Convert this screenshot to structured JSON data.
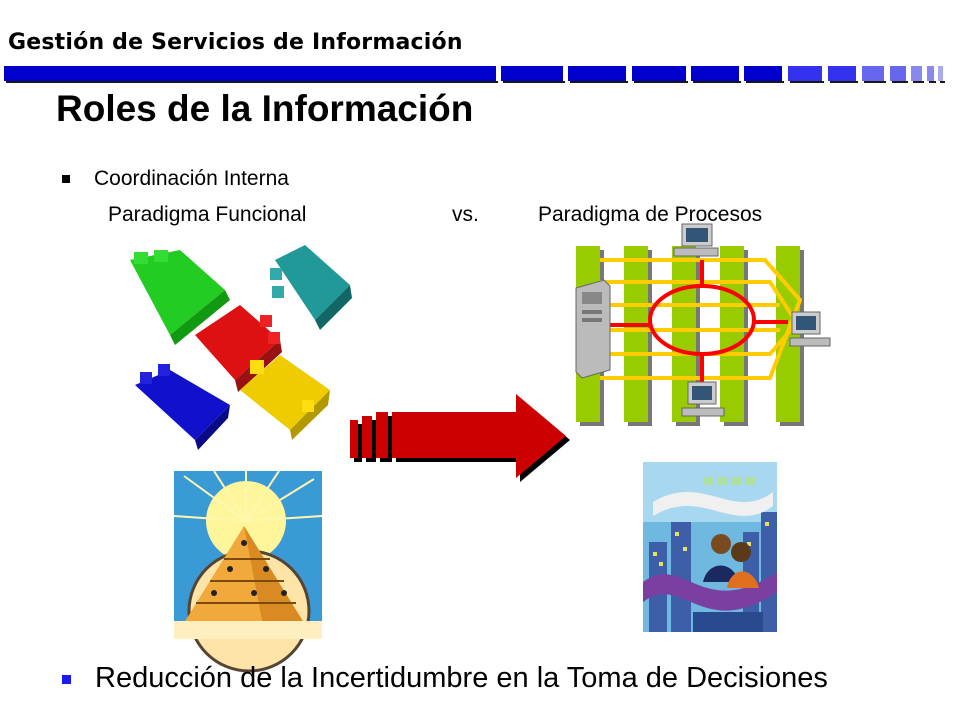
{
  "header": {
    "title": "Gestión de Servicios de Información"
  },
  "slide": {
    "title": "Roles de la Información",
    "bullet1": "Coordinación Interna",
    "left_paradigm": "Paradigma Funcional",
    "versus": "vs.",
    "right_paradigm": "Paradigma de Procesos",
    "bullet2": "Reducción de la Incertidumbre en la Toma de Decisiones"
  },
  "colors": {
    "header_bar": "#0000cc",
    "arrow": "#cc0000",
    "columns": "#99cc00",
    "process_lines": "#ffcc00",
    "circle": "#ff0000"
  }
}
